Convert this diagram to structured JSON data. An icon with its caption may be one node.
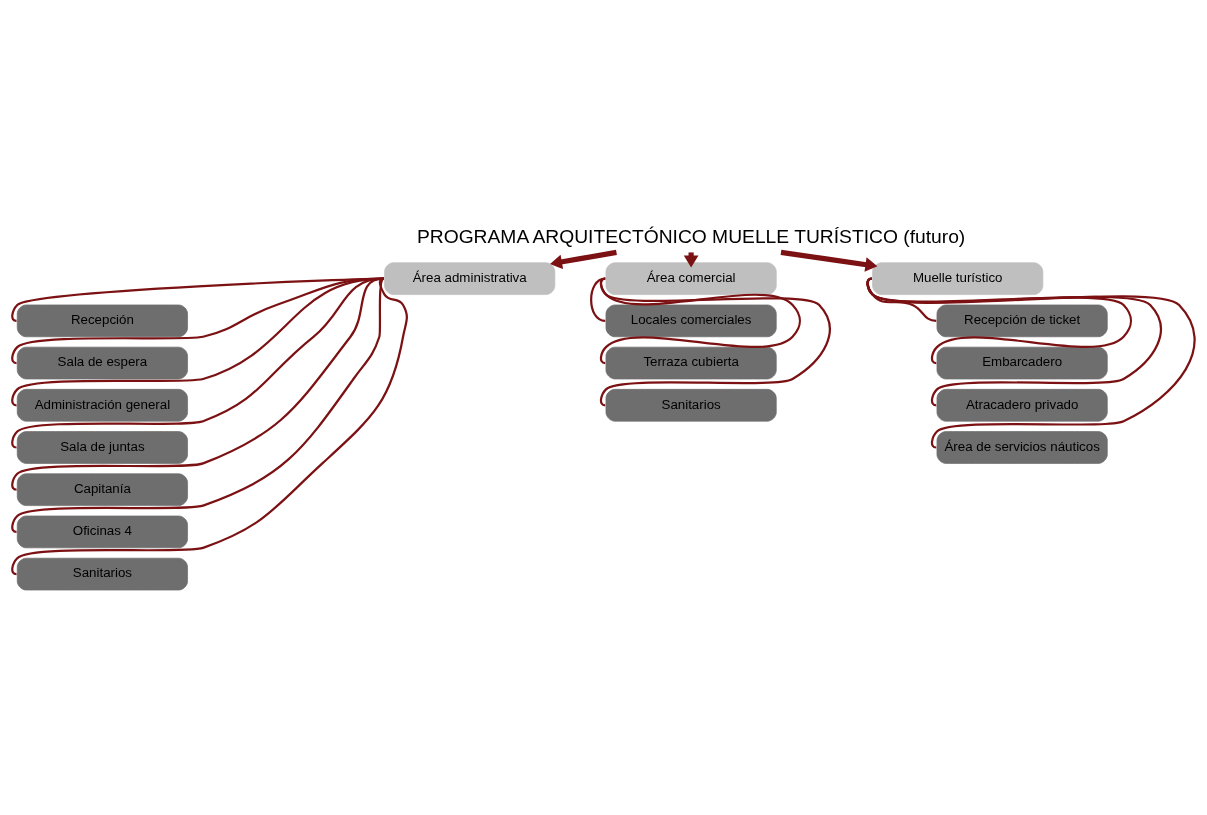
{
  "diagram": {
    "nodes": [
      {
        "text": [
          "PROGRAMA ARQUITECTÓNICO MUELLE TURÍSTICO (futuro)"
        ]
      },
      {
        "text": [
          "Área administrativa"
        ]
      },
      {
        "text": [
          "Recepción"
        ]
      },
      {
        "text": [
          "Sala de espera"
        ]
      },
      {
        "text": [
          "Administración general"
        ]
      },
      {
        "text": [
          "Sala de juntas"
        ]
      },
      {
        "text": [
          "Capitanía"
        ]
      },
      {
        "text": [
          "Oficinas 4"
        ]
      },
      {
        "text": [
          "Sanitarios"
        ]
      },
      {
        "text": [
          "Área comercial"
        ]
      },
      {
        "text": [
          "Locales comerciales"
        ]
      },
      {
        "text": [
          "Terraza cubierta"
        ]
      },
      {
        "text": [
          "Sanitarios"
        ]
      },
      {
        "text": [
          "Muelle turístico"
        ]
      },
      {
        "text": [
          "Recepción de ticket"
        ]
      },
      {
        "text": [
          "Embarcadero"
        ]
      },
      {
        "text": [
          "Atracadero privado"
        ]
      },
      {
        "text": [
          "Área de servicios náuticos"
        ]
      }
    ],
    "edges": [
      {
        "from": 0,
        "to": 1,
        "arrow": "to",
        "style": "thick"
      },
      {
        "from": 0,
        "to": 9,
        "arrow": "to",
        "style": "thick"
      },
      {
        "from": 0,
        "to": 13,
        "arrow": "to",
        "style": "thick"
      },
      {
        "from": 1,
        "to": 2,
        "arrow": "none"
      },
      {
        "from": 1,
        "to": 3,
        "arrow": "none"
      },
      {
        "from": 1,
        "to": 4,
        "arrow": "none"
      },
      {
        "from": 1,
        "to": 5,
        "arrow": "none"
      },
      {
        "from": 1,
        "to": 6,
        "arrow": "none"
      },
      {
        "from": 1,
        "to": 7,
        "arrow": "none"
      },
      {
        "from": 1,
        "to": 8,
        "arrow": "none"
      },
      {
        "from": 9,
        "to": 10,
        "arrow": "none"
      },
      {
        "from": 9,
        "to": 11,
        "arrow": "none"
      },
      {
        "from": 9,
        "to": 12,
        "arrow": "none"
      },
      {
        "from": 13,
        "to": 14,
        "arrow": "none"
      },
      {
        "from": 13,
        "to": 15,
        "arrow": "none"
      },
      {
        "from": 13,
        "to": 16,
        "arrow": "none"
      },
      {
        "from": 13,
        "to": 17,
        "arrow": "none"
      }
    ]
  }
}
